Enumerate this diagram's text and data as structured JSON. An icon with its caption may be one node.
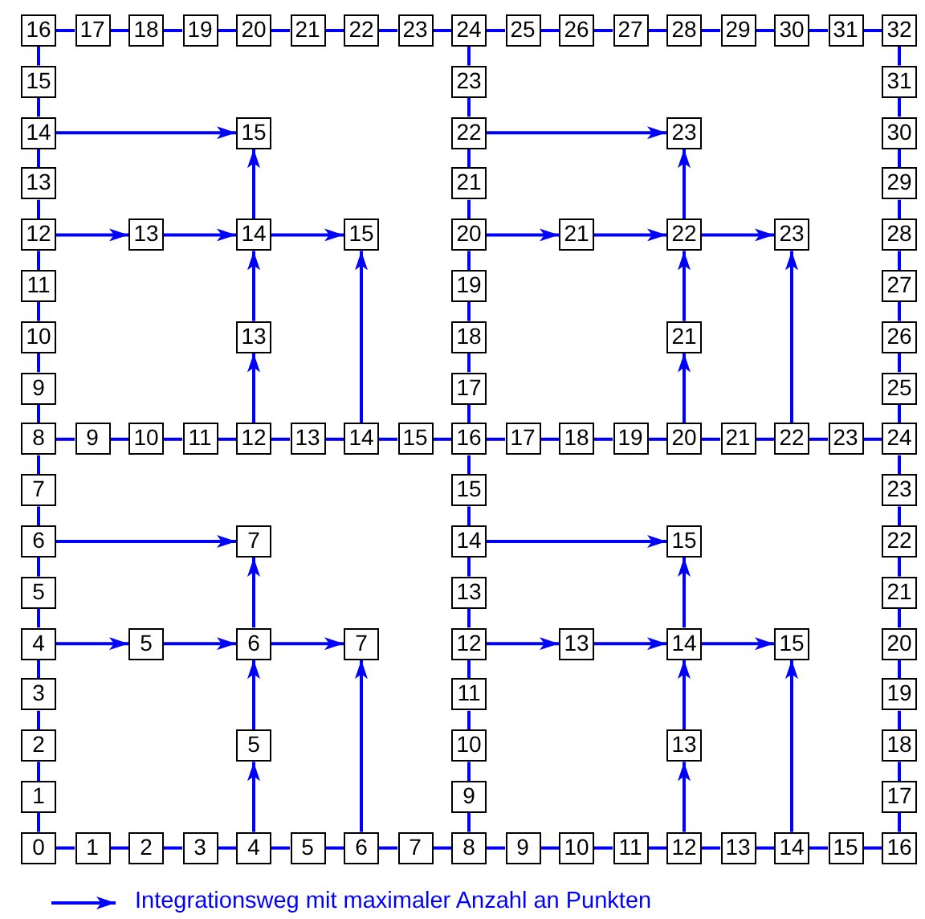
{
  "diagram": {
    "nodes": [
      {
        "text": [
          "16"
        ]
      },
      {
        "text": [
          "17"
        ]
      },
      {
        "text": [
          "18"
        ]
      },
      {
        "text": [
          "19"
        ]
      },
      {
        "text": [
          "20"
        ]
      },
      {
        "text": [
          "21"
        ]
      },
      {
        "text": [
          "22"
        ]
      },
      {
        "text": [
          "23"
        ]
      },
      {
        "text": [
          "24"
        ]
      },
      {
        "text": [
          "25"
        ]
      },
      {
        "text": [
          "26"
        ]
      },
      {
        "text": [
          "27"
        ]
      },
      {
        "text": [
          "28"
        ]
      },
      {
        "text": [
          "29"
        ]
      },
      {
        "text": [
          "30"
        ]
      },
      {
        "text": [
          "31"
        ]
      },
      {
        "text": [
          "32"
        ]
      },
      {
        "text": [
          "15"
        ]
      },
      {
        "text": [
          "23"
        ]
      },
      {
        "text": [
          "31"
        ]
      },
      {
        "text": [
          "14"
        ]
      },
      {
        "text": [
          "15"
        ]
      },
      {
        "text": [
          "22"
        ]
      },
      {
        "text": [
          "23"
        ]
      },
      {
        "text": [
          "30"
        ]
      },
      {
        "text": [
          "13"
        ]
      },
      {
        "text": [
          "21"
        ]
      },
      {
        "text": [
          "29"
        ]
      },
      {
        "text": [
          "12"
        ]
      },
      {
        "text": [
          "13"
        ]
      },
      {
        "text": [
          "14"
        ]
      },
      {
        "text": [
          "15"
        ]
      },
      {
        "text": [
          "20"
        ]
      },
      {
        "text": [
          "21"
        ]
      },
      {
        "text": [
          "22"
        ]
      },
      {
        "text": [
          "23"
        ]
      },
      {
        "text": [
          "28"
        ]
      },
      {
        "text": [
          "11"
        ]
      },
      {
        "text": [
          "19"
        ]
      },
      {
        "text": [
          "27"
        ]
      },
      {
        "text": [
          "10"
        ]
      },
      {
        "text": [
          "13"
        ]
      },
      {
        "text": [
          "18"
        ]
      },
      {
        "text": [
          "21"
        ]
      },
      {
        "text": [
          "26"
        ]
      },
      {
        "text": [
          "9"
        ]
      },
      {
        "text": [
          "17"
        ]
      },
      {
        "text": [
          "25"
        ]
      },
      {
        "text": [
          "8"
        ]
      },
      {
        "text": [
          "9"
        ]
      },
      {
        "text": [
          "10"
        ]
      },
      {
        "text": [
          "11"
        ]
      },
      {
        "text": [
          "12"
        ]
      },
      {
        "text": [
          "13"
        ]
      },
      {
        "text": [
          "14"
        ]
      },
      {
        "text": [
          "15"
        ]
      },
      {
        "text": [
          "16"
        ]
      },
      {
        "text": [
          "17"
        ]
      },
      {
        "text": [
          "18"
        ]
      },
      {
        "text": [
          "19"
        ]
      },
      {
        "text": [
          "20"
        ]
      },
      {
        "text": [
          "21"
        ]
      },
      {
        "text": [
          "22"
        ]
      },
      {
        "text": [
          "23"
        ]
      },
      {
        "text": [
          "24"
        ]
      },
      {
        "text": [
          "7"
        ]
      },
      {
        "text": [
          "15"
        ]
      },
      {
        "text": [
          "23"
        ]
      },
      {
        "text": [
          "6"
        ]
      },
      {
        "text": [
          "7"
        ]
      },
      {
        "text": [
          "14"
        ]
      },
      {
        "text": [
          "15"
        ]
      },
      {
        "text": [
          "22"
        ]
      },
      {
        "text": [
          "5"
        ]
      },
      {
        "text": [
          "13"
        ]
      },
      {
        "text": [
          "21"
        ]
      },
      {
        "text": [
          "4"
        ]
      },
      {
        "text": [
          "5"
        ]
      },
      {
        "text": [
          "6"
        ]
      },
      {
        "text": [
          "7"
        ]
      },
      {
        "text": [
          "12"
        ]
      },
      {
        "text": [
          "13"
        ]
      },
      {
        "text": [
          "14"
        ]
      },
      {
        "text": [
          "15"
        ]
      },
      {
        "text": [
          "20"
        ]
      },
      {
        "text": [
          "3"
        ]
      },
      {
        "text": [
          "11"
        ]
      },
      {
        "text": [
          "19"
        ]
      },
      {
        "text": [
          "2"
        ]
      },
      {
        "text": [
          "5"
        ]
      },
      {
        "text": [
          "10"
        ]
      },
      {
        "text": [
          "13"
        ]
      },
      {
        "text": [
          "18"
        ]
      },
      {
        "text": [
          "1"
        ]
      },
      {
        "text": [
          "9"
        ]
      },
      {
        "text": [
          "17"
        ]
      },
      {
        "text": [
          "0"
        ]
      },
      {
        "text": [
          "1"
        ]
      },
      {
        "text": [
          "2"
        ]
      },
      {
        "text": [
          "3"
        ]
      },
      {
        "text": [
          "4"
        ]
      },
      {
        "text": [
          "5"
        ]
      },
      {
        "text": [
          "6"
        ]
      },
      {
        "text": [
          "7"
        ]
      },
      {
        "text": [
          "8"
        ]
      },
      {
        "text": [
          "9"
        ]
      },
      {
        "text": [
          "10"
        ]
      },
      {
        "text": [
          "11"
        ]
      },
      {
        "text": [
          "12"
        ]
      },
      {
        "text": [
          "13"
        ]
      },
      {
        "text": [
          "14"
        ]
      },
      {
        "text": [
          "15"
        ]
      },
      {
        "text": [
          "16"
        ]
      }
    ],
    "edges": [
      {
        "from": 0,
        "to": 1,
        "arrow": "none"
      },
      {
        "from": 1,
        "to": 2,
        "arrow": "none"
      },
      {
        "from": 2,
        "to": 3,
        "arrow": "none"
      },
      {
        "from": 3,
        "to": 4,
        "arrow": "none"
      },
      {
        "from": 4,
        "to": 5,
        "arrow": "none"
      },
      {
        "from": 5,
        "to": 6,
        "arrow": "none"
      },
      {
        "from": 6,
        "to": 7,
        "arrow": "none"
      },
      {
        "from": 7,
        "to": 8,
        "arrow": "none"
      },
      {
        "from": 8,
        "to": 9,
        "arrow": "none"
      },
      {
        "from": 9,
        "to": 10,
        "arrow": "none"
      },
      {
        "from": 10,
        "to": 11,
        "arrow": "none"
      },
      {
        "from": 11,
        "to": 12,
        "arrow": "none"
      },
      {
        "from": 12,
        "to": 13,
        "arrow": "none"
      },
      {
        "from": 13,
        "to": 14,
        "arrow": "none"
      },
      {
        "from": 14,
        "to": 15,
        "arrow": "none"
      },
      {
        "from": 15,
        "to": 16,
        "arrow": "none"
      },
      {
        "from": 48,
        "to": 49,
        "arrow": "none"
      },
      {
        "from": 49,
        "to": 50,
        "arrow": "none"
      },
      {
        "from": 50,
        "to": 51,
        "arrow": "none"
      },
      {
        "from": 51,
        "to": 52,
        "arrow": "none"
      },
      {
        "from": 52,
        "to": 53,
        "arrow": "none"
      },
      {
        "from": 53,
        "to": 54,
        "arrow": "none"
      },
      {
        "from": 54,
        "to": 55,
        "arrow": "none"
      },
      {
        "from": 55,
        "to": 56,
        "arrow": "none"
      },
      {
        "from": 56,
        "to": 57,
        "arrow": "none"
      },
      {
        "from": 57,
        "to": 58,
        "arrow": "none"
      },
      {
        "from": 58,
        "to": 59,
        "arrow": "none"
      },
      {
        "from": 59,
        "to": 60,
        "arrow": "none"
      },
      {
        "from": 60,
        "to": 61,
        "arrow": "none"
      },
      {
        "from": 61,
        "to": 62,
        "arrow": "none"
      },
      {
        "from": 62,
        "to": 63,
        "arrow": "none"
      },
      {
        "from": 63,
        "to": 64,
        "arrow": "none"
      },
      {
        "from": 96,
        "to": 97,
        "arrow": "none"
      },
      {
        "from": 97,
        "to": 98,
        "arrow": "none"
      },
      {
        "from": 98,
        "to": 99,
        "arrow": "none"
      },
      {
        "from": 99,
        "to": 100,
        "arrow": "none"
      },
      {
        "from": 100,
        "to": 101,
        "arrow": "none"
      },
      {
        "from": 101,
        "to": 102,
        "arrow": "none"
      },
      {
        "from": 102,
        "to": 103,
        "arrow": "none"
      },
      {
        "from": 103,
        "to": 104,
        "arrow": "none"
      },
      {
        "from": 104,
        "to": 105,
        "arrow": "none"
      },
      {
        "from": 105,
        "to": 106,
        "arrow": "none"
      },
      {
        "from": 106,
        "to": 107,
        "arrow": "none"
      },
      {
        "from": 107,
        "to": 108,
        "arrow": "none"
      },
      {
        "from": 108,
        "to": 109,
        "arrow": "none"
      },
      {
        "from": 109,
        "to": 110,
        "arrow": "none"
      },
      {
        "from": 110,
        "to": 111,
        "arrow": "none"
      },
      {
        "from": 111,
        "to": 112,
        "arrow": "none"
      },
      {
        "from": 0,
        "to": 17,
        "arrow": "none"
      },
      {
        "from": 17,
        "to": 20,
        "arrow": "none"
      },
      {
        "from": 20,
        "to": 25,
        "arrow": "none"
      },
      {
        "from": 25,
        "to": 28,
        "arrow": "none"
      },
      {
        "from": 28,
        "to": 37,
        "arrow": "none"
      },
      {
        "from": 37,
        "to": 40,
        "arrow": "none"
      },
      {
        "from": 40,
        "to": 45,
        "arrow": "none"
      },
      {
        "from": 45,
        "to": 48,
        "arrow": "none"
      },
      {
        "from": 48,
        "to": 65,
        "arrow": "none"
      },
      {
        "from": 65,
        "to": 68,
        "arrow": "none"
      },
      {
        "from": 68,
        "to": 73,
        "arrow": "none"
      },
      {
        "from": 73,
        "to": 76,
        "arrow": "none"
      },
      {
        "from": 76,
        "to": 85,
        "arrow": "none"
      },
      {
        "from": 85,
        "to": 88,
        "arrow": "none"
      },
      {
        "from": 88,
        "to": 93,
        "arrow": "none"
      },
      {
        "from": 93,
        "to": 96,
        "arrow": "none"
      },
      {
        "from": 8,
        "to": 18,
        "arrow": "none"
      },
      {
        "from": 18,
        "to": 22,
        "arrow": "none"
      },
      {
        "from": 22,
        "to": 26,
        "arrow": "none"
      },
      {
        "from": 26,
        "to": 32,
        "arrow": "none"
      },
      {
        "from": 32,
        "to": 38,
        "arrow": "none"
      },
      {
        "from": 38,
        "to": 42,
        "arrow": "none"
      },
      {
        "from": 42,
        "to": 46,
        "arrow": "none"
      },
      {
        "from": 46,
        "to": 56,
        "arrow": "none"
      },
      {
        "from": 56,
        "to": 66,
        "arrow": "none"
      },
      {
        "from": 66,
        "to": 70,
        "arrow": "none"
      },
      {
        "from": 70,
        "to": 74,
        "arrow": "none"
      },
      {
        "from": 74,
        "to": 80,
        "arrow": "none"
      },
      {
        "from": 80,
        "to": 86,
        "arrow": "none"
      },
      {
        "from": 86,
        "to": 90,
        "arrow": "none"
      },
      {
        "from": 90,
        "to": 94,
        "arrow": "none"
      },
      {
        "from": 94,
        "to": 104,
        "arrow": "none"
      },
      {
        "from": 16,
        "to": 19,
        "arrow": "none"
      },
      {
        "from": 19,
        "to": 24,
        "arrow": "none"
      },
      {
        "from": 24,
        "to": 27,
        "arrow": "none"
      },
      {
        "from": 27,
        "to": 36,
        "arrow": "none"
      },
      {
        "from": 36,
        "to": 39,
        "arrow": "none"
      },
      {
        "from": 39,
        "to": 44,
        "arrow": "none"
      },
      {
        "from": 44,
        "to": 47,
        "arrow": "none"
      },
      {
        "from": 47,
        "to": 64,
        "arrow": "none"
      },
      {
        "from": 64,
        "to": 67,
        "arrow": "none"
      },
      {
        "from": 67,
        "to": 72,
        "arrow": "none"
      },
      {
        "from": 72,
        "to": 75,
        "arrow": "none"
      },
      {
        "from": 75,
        "to": 84,
        "arrow": "none"
      },
      {
        "from": 84,
        "to": 87,
        "arrow": "none"
      },
      {
        "from": 87,
        "to": 92,
        "arrow": "none"
      },
      {
        "from": 92,
        "to": 95,
        "arrow": "none"
      },
      {
        "from": 95,
        "to": 112,
        "arrow": "none"
      },
      {
        "from": 20,
        "to": 21,
        "arrow": "to"
      },
      {
        "from": 28,
        "to": 29,
        "arrow": "to"
      },
      {
        "from": 29,
        "to": 30,
        "arrow": "to"
      },
      {
        "from": 30,
        "to": 31,
        "arrow": "to"
      },
      {
        "from": 30,
        "to": 21,
        "arrow": "to"
      },
      {
        "from": 41,
        "to": 30,
        "arrow": "to"
      },
      {
        "from": 52,
        "to": 41,
        "arrow": "to"
      },
      {
        "from": 54,
        "to": 31,
        "arrow": "to"
      },
      {
        "from": 22,
        "to": 23,
        "arrow": "to"
      },
      {
        "from": 32,
        "to": 33,
        "arrow": "to"
      },
      {
        "from": 33,
        "to": 34,
        "arrow": "to"
      },
      {
        "from": 34,
        "to": 35,
        "arrow": "to"
      },
      {
        "from": 34,
        "to": 23,
        "arrow": "to"
      },
      {
        "from": 43,
        "to": 34,
        "arrow": "to"
      },
      {
        "from": 60,
        "to": 43,
        "arrow": "to"
      },
      {
        "from": 62,
        "to": 35,
        "arrow": "to"
      },
      {
        "from": 68,
        "to": 69,
        "arrow": "to"
      },
      {
        "from": 76,
        "to": 77,
        "arrow": "to"
      },
      {
        "from": 77,
        "to": 78,
        "arrow": "to"
      },
      {
        "from": 78,
        "to": 79,
        "arrow": "to"
      },
      {
        "from": 78,
        "to": 69,
        "arrow": "to"
      },
      {
        "from": 89,
        "to": 78,
        "arrow": "to"
      },
      {
        "from": 100,
        "to": 89,
        "arrow": "to"
      },
      {
        "from": 102,
        "to": 79,
        "arrow": "to"
      },
      {
        "from": 70,
        "to": 71,
        "arrow": "to"
      },
      {
        "from": 80,
        "to": 81,
        "arrow": "to"
      },
      {
        "from": 81,
        "to": 82,
        "arrow": "to"
      },
      {
        "from": 82,
        "to": 83,
        "arrow": "to"
      },
      {
        "from": 82,
        "to": 71,
        "arrow": "to"
      },
      {
        "from": 91,
        "to": 82,
        "arrow": "to"
      },
      {
        "from": 108,
        "to": 91,
        "arrow": "to"
      },
      {
        "from": 110,
        "to": 83,
        "arrow": "to"
      }
    ],
    "legend": [
      {
        "text": "Integrationsweg mit maximaler Anzahl an Punkten"
      }
    ]
  }
}
